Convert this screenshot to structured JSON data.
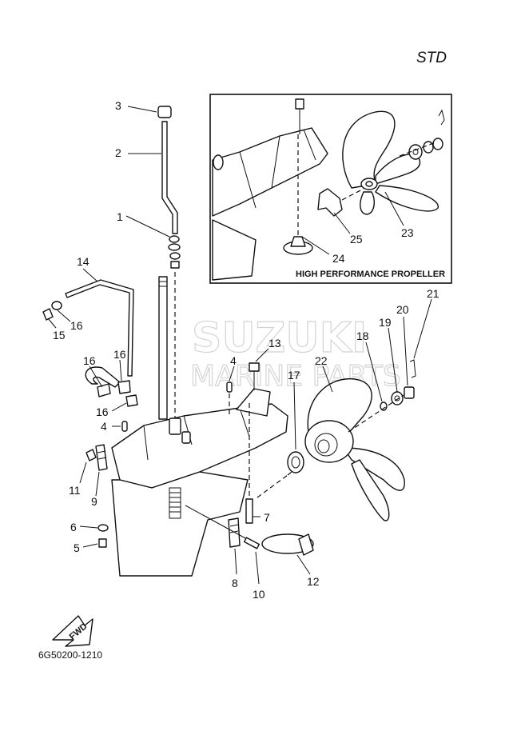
{
  "header": {
    "type_label": "STD"
  },
  "inset": {
    "caption": "HIGH PERFORMANCE PROPELLER"
  },
  "watermark": {
    "line1": "SUZUKI",
    "line2": "MARINE PARTS"
  },
  "footer": {
    "diagram_code": "6G50200-1210"
  },
  "fwd_label": "FWD",
  "callouts": {
    "c1": "1",
    "c2": "2",
    "c3": "3",
    "c4a": "4",
    "c4b": "4",
    "c5": "5",
    "c6": "6",
    "c7": "7",
    "c8": "8",
    "c9": "9",
    "c10": "10",
    "c11": "11",
    "c12": "12",
    "c13": "13",
    "c14": "14",
    "c15": "15",
    "c16a": "16",
    "c16b": "16",
    "c16c": "16",
    "c16d": "16",
    "c17": "17",
    "c18": "18",
    "c19": "19",
    "c20": "20",
    "c21": "21",
    "c22": "22",
    "c23": "23",
    "c24": "24",
    "c25": "25"
  }
}
